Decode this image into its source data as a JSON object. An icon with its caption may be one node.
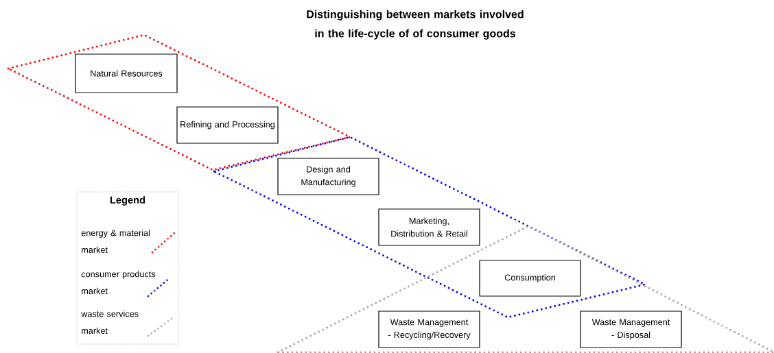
{
  "diagram": {
    "title": "Distinguishing between markets involved in the life-cycle of of consumer goods",
    "nodes": [
      {
        "text": [
          "Natural Resources"
        ]
      },
      {
        "text": [
          "Refining and Processing"
        ]
      },
      {
        "text": [
          "Design and Manufacturing"
        ]
      },
      {
        "text": [
          "Marketing, Distribution & Retail"
        ]
      },
      {
        "text": [
          "Consumption"
        ]
      },
      {
        "text": [
          "Waste Management - Recycling/Recovery"
        ]
      },
      {
        "text": [
          "Waste Management - Disposal"
        ]
      }
    ],
    "labels": [
      "Legend"
    ],
    "legend": [
      {
        "text": "energy & material market"
      },
      {
        "text": "consumer products market"
      },
      {
        "text": "waste services market"
      }
    ]
  }
}
